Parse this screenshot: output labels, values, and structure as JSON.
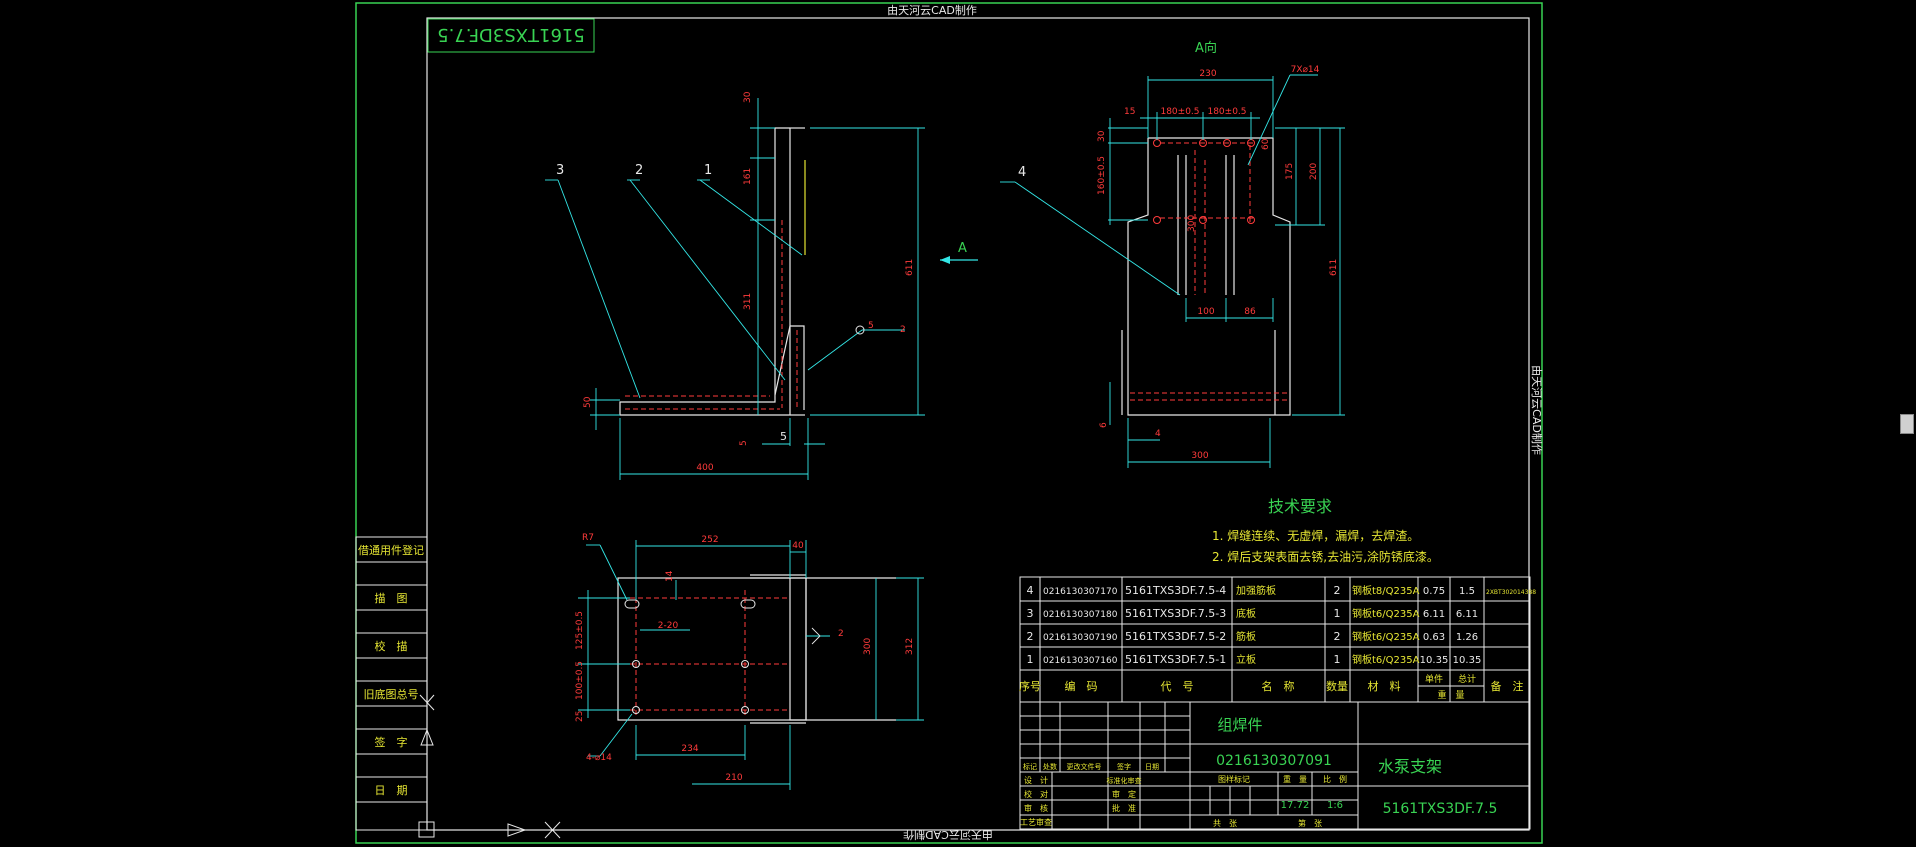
{
  "watermark_top": "由天河云CAD制作",
  "watermark_bottom": "由天河云CAD制作",
  "watermark_right": "由天河云CAD制作",
  "mirrored_code": "5161TXS3DF.7.5",
  "view_label": "A向",
  "arrow_label": "A",
  "balloons": [
    "3",
    "2",
    "1",
    "4"
  ],
  "weld_symbol": {
    "size": "5",
    "count": "2"
  },
  "weld_symbol_2": "2",
  "dims_side": {
    "top": "30",
    "a": "161",
    "b": "311",
    "height": "611",
    "base_h": "50",
    "t1": "5",
    "t2": "5",
    "width": "400"
  },
  "dims_front": {
    "w230": "230",
    "w180a": "180±0.5",
    "w180b": "180±0.5",
    "w15": "15",
    "h30": "30",
    "h160": "160±0.5",
    "h60": "60",
    "h175": "175",
    "h200": "200",
    "h300": "300",
    "h611": "611",
    "w100": "100",
    "w86": "86",
    "h6": "6",
    "w4": "4",
    "w300": "300",
    "holes": "7X⌀14"
  },
  "dims_plan": {
    "r": "R7",
    "w252": "252",
    "w40": "40",
    "d14": "14",
    "slot": "2-20",
    "h125": "125±0.5",
    "h100": "100±0.5",
    "h25": "25",
    "h300": "300",
    "h312": "312",
    "w234": "234",
    "w210": "210",
    "holes": "4-⌀14"
  },
  "tech_req": {
    "title": "技术要求",
    "lines": [
      "1. 焊缝连续、无虚焊，漏焊，去焊渣。",
      "2. 焊后支架表面去锈,去油污,涂防锈底漆。"
    ]
  },
  "left_stamps": [
    "借通用件登记",
    "描　图",
    "校　描",
    "旧底图总号",
    "签　字",
    "日　期"
  ],
  "bom_rows": [
    {
      "no": "4",
      "code": "0216130307170",
      "drawing": "5161TXS3DF.7.5-4",
      "name": "加强筋板",
      "qty": "2",
      "material": "钢板t8/Q235A",
      "unit": "0.75",
      "total": "1.5",
      "note": "2XBT302014388"
    },
    {
      "no": "3",
      "code": "0216130307180",
      "drawing": "5161TXS3DF.7.5-3",
      "name": "底板",
      "qty": "1",
      "material": "钢板t6/Q235A",
      "unit": "6.11",
      "total": "6.11",
      "note": ""
    },
    {
      "no": "2",
      "code": "0216130307190",
      "drawing": "5161TXS3DF.7.5-2",
      "name": "筋板",
      "qty": "2",
      "material": "钢板t6/Q235A",
      "unit": "0.63",
      "total": "1.26",
      "note": ""
    },
    {
      "no": "1",
      "code": "0216130307160",
      "drawing": "5161TXS3DF.7.5-1",
      "name": "立板",
      "qty": "1",
      "material": "钢板t6/Q235A",
      "unit": "10.35",
      "total": "10.35",
      "note": ""
    }
  ],
  "bom_header": {
    "no": "序号",
    "code": "编　码",
    "drawing": "代　号",
    "name": "名　称",
    "qty": "数量",
    "material": "材　料",
    "unit": "单件",
    "total": "总计",
    "weight": "重　量",
    "note": "备　注"
  },
  "title_block": {
    "type": "组焊件",
    "code": "0216130307091",
    "name": "水泵支架",
    "drawing_no": "5161TXS3DF.7.5",
    "weight": "17.72",
    "scale": "1:6",
    "stage_label": "图样标记",
    "weight_label": "重　量",
    "scale_label": "比　例",
    "sheets": "共　张",
    "sheet": "第　张",
    "rev": [
      "标记",
      "处数",
      "更改文件号",
      "签字",
      "日期"
    ],
    "roles": [
      "设　计",
      "校　对",
      "审　核",
      "工艺审查"
    ],
    "roles2": [
      "标准化审查",
      "审　定",
      "批　准"
    ]
  }
}
